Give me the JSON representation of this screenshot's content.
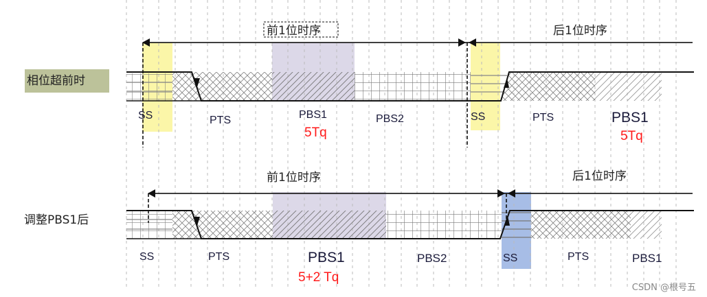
{
  "rows": [
    {
      "label": "相位超前时",
      "prev_bit_label": "前1位时序",
      "next_bit_label": "后1位时序",
      "segments": [
        {
          "name": "SS",
          "note": ""
        },
        {
          "name": "PTS",
          "note": ""
        },
        {
          "name": "PBS1",
          "note": "5Tq"
        },
        {
          "name": "PBS2",
          "note": ""
        },
        {
          "name": "SS",
          "note": ""
        },
        {
          "name": "PTS",
          "note": ""
        },
        {
          "name": "PBS1",
          "note": "5Tq"
        }
      ]
    },
    {
      "label": "调整PBS1后",
      "prev_bit_label": "前1位时序",
      "next_bit_label": "后1位时序",
      "segments": [
        {
          "name": "SS",
          "note": ""
        },
        {
          "name": "PTS",
          "note": ""
        },
        {
          "name": "PBS1",
          "note": "5+2 Tq"
        },
        {
          "name": "PBS2",
          "note": ""
        },
        {
          "name": "SS",
          "note": ""
        },
        {
          "name": "PTS",
          "note": ""
        },
        {
          "name": "PBS1",
          "note": ""
        }
      ]
    }
  ],
  "colors": {
    "ss_highlight_row1": "#fbf6a8",
    "ss_highlight_row2": "#a7bde6",
    "pbs1_highlight": "#dcd8e8",
    "note_red": "#ff1a1a",
    "label_bg": "#bcc29a"
  },
  "watermark": "CSDN @根号五"
}
